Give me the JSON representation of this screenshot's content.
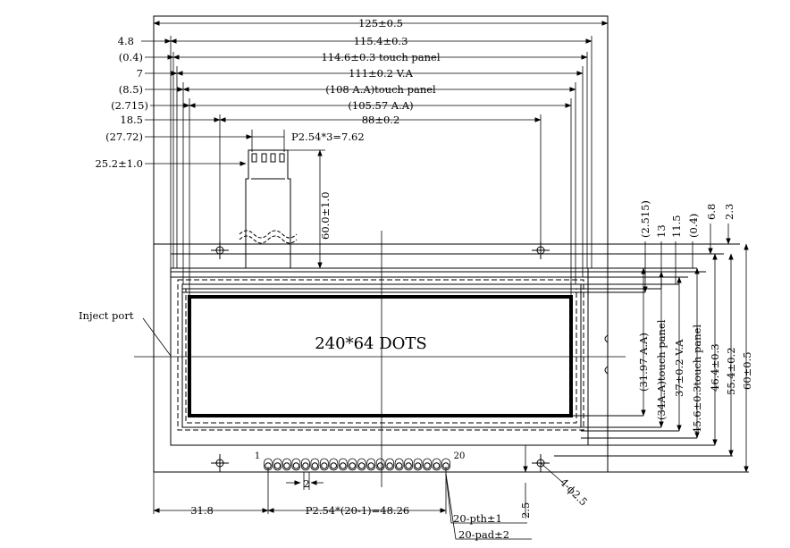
{
  "drawing": {
    "display_label": "240*64 DOTS",
    "inject_port_label": "Inject port",
    "horizontal_dims": [
      {
        "id": "dim-125",
        "text": "125±0.5"
      },
      {
        "id": "dim-115-4",
        "text": "115.4±0.3"
      },
      {
        "id": "dim-114-6",
        "text": "114.6±0.3 touch panel"
      },
      {
        "id": "dim-111",
        "text": "111±0.2 V.A"
      },
      {
        "id": "dim-108",
        "text": "(108 A.A)touch panel"
      },
      {
        "id": "dim-105-57",
        "text": "(105.57 A.A)"
      },
      {
        "id": "dim-88",
        "text": "88±0.2"
      },
      {
        "id": "dim-p254x3",
        "text": "P2.54*3=7.62"
      }
    ],
    "left_offsets": [
      {
        "id": "off-4-8",
        "text": "4.8"
      },
      {
        "id": "off-0-4",
        "text": "(0.4)"
      },
      {
        "id": "off-7",
        "text": "7"
      },
      {
        "id": "off-8-5",
        "text": "(8.5)"
      },
      {
        "id": "off-2-715",
        "text": "(2.715)"
      },
      {
        "id": "off-18-5",
        "text": "18.5"
      },
      {
        "id": "off-27-72",
        "text": "(27.72)"
      },
      {
        "id": "off-25-2",
        "text": "25.2±1.0"
      }
    ],
    "vertical_dims": [
      {
        "id": "v-60-0",
        "text": "60.0±1.0"
      },
      {
        "id": "v-2-515",
        "text": "(2.515)"
      },
      {
        "id": "v-13",
        "text": "13"
      },
      {
        "id": "v-11-5",
        "text": "11.5"
      },
      {
        "id": "v-0-4",
        "text": "(0.4)"
      },
      {
        "id": "v-6-8",
        "text": "6.8"
      },
      {
        "id": "v-2-3",
        "text": "2.3"
      },
      {
        "id": "v-31-97",
        "text": "(31.97 A.A)"
      },
      {
        "id": "v-34",
        "text": "(34A.A)touch panel"
      },
      {
        "id": "v-37",
        "text": "37±0.2 V.A"
      },
      {
        "id": "v-45-6",
        "text": "45.6±0.3touch panel"
      },
      {
        "id": "v-46-4",
        "text": "46.4±0.3"
      },
      {
        "id": "v-55-4",
        "text": "55.4±0.2"
      },
      {
        "id": "v-60-5",
        "text": "60±0.5"
      }
    ],
    "bottom_dims": [
      {
        "id": "b-31-8",
        "text": "31.8"
      },
      {
        "id": "b-p254",
        "text": "P2.54*(20-1)=48.26"
      },
      {
        "id": "b-2",
        "text": "2"
      },
      {
        "id": "b-2-5",
        "text": "2.5"
      },
      {
        "id": "b-hole",
        "text": "4-ϕ2.5"
      },
      {
        "id": "b-pth",
        "text": "20-pth±1"
      },
      {
        "id": "b-pad",
        "text": "20-pad±2"
      }
    ],
    "pin_first": "1",
    "pin_last": "20",
    "pin_count": 20
  }
}
